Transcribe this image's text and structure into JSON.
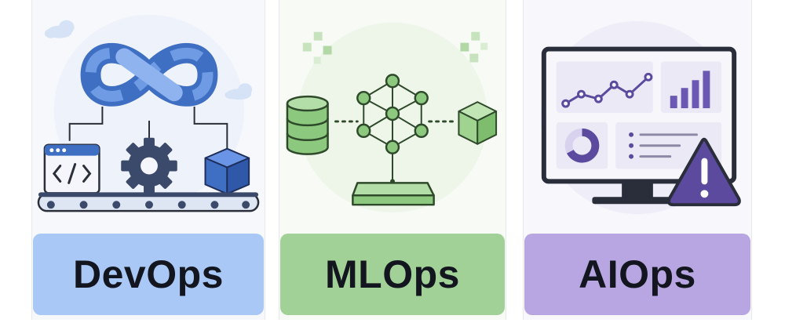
{
  "panels": [
    {
      "id": "devops",
      "label": "DevOps",
      "icons": [
        "cloud-icon",
        "infinity-loop-icon",
        "code-window-icon",
        "gear-icon",
        "cube-icon",
        "conveyor-belt-icon"
      ],
      "colors": {
        "primary": "#3f6fc2",
        "light": "#7fa8ea",
        "label_bg": "#a9c8f6"
      }
    },
    {
      "id": "mlops",
      "label": "MLOps",
      "icons": [
        "database-icon",
        "neural-network-icon",
        "cube-icon",
        "platform-icon",
        "pixel-icon"
      ],
      "colors": {
        "primary": "#4f8f45",
        "light": "#a8d89a",
        "label_bg": "#a2d198"
      }
    },
    {
      "id": "aiops",
      "label": "AIOps",
      "icons": [
        "monitor-icon",
        "line-chart-icon",
        "bar-chart-icon",
        "donut-chart-icon",
        "list-icon",
        "warning-triangle-icon"
      ],
      "colors": {
        "primary": "#5b4a9e",
        "light": "#8c7bd0",
        "label_bg": "#b7a6e2"
      }
    }
  ]
}
